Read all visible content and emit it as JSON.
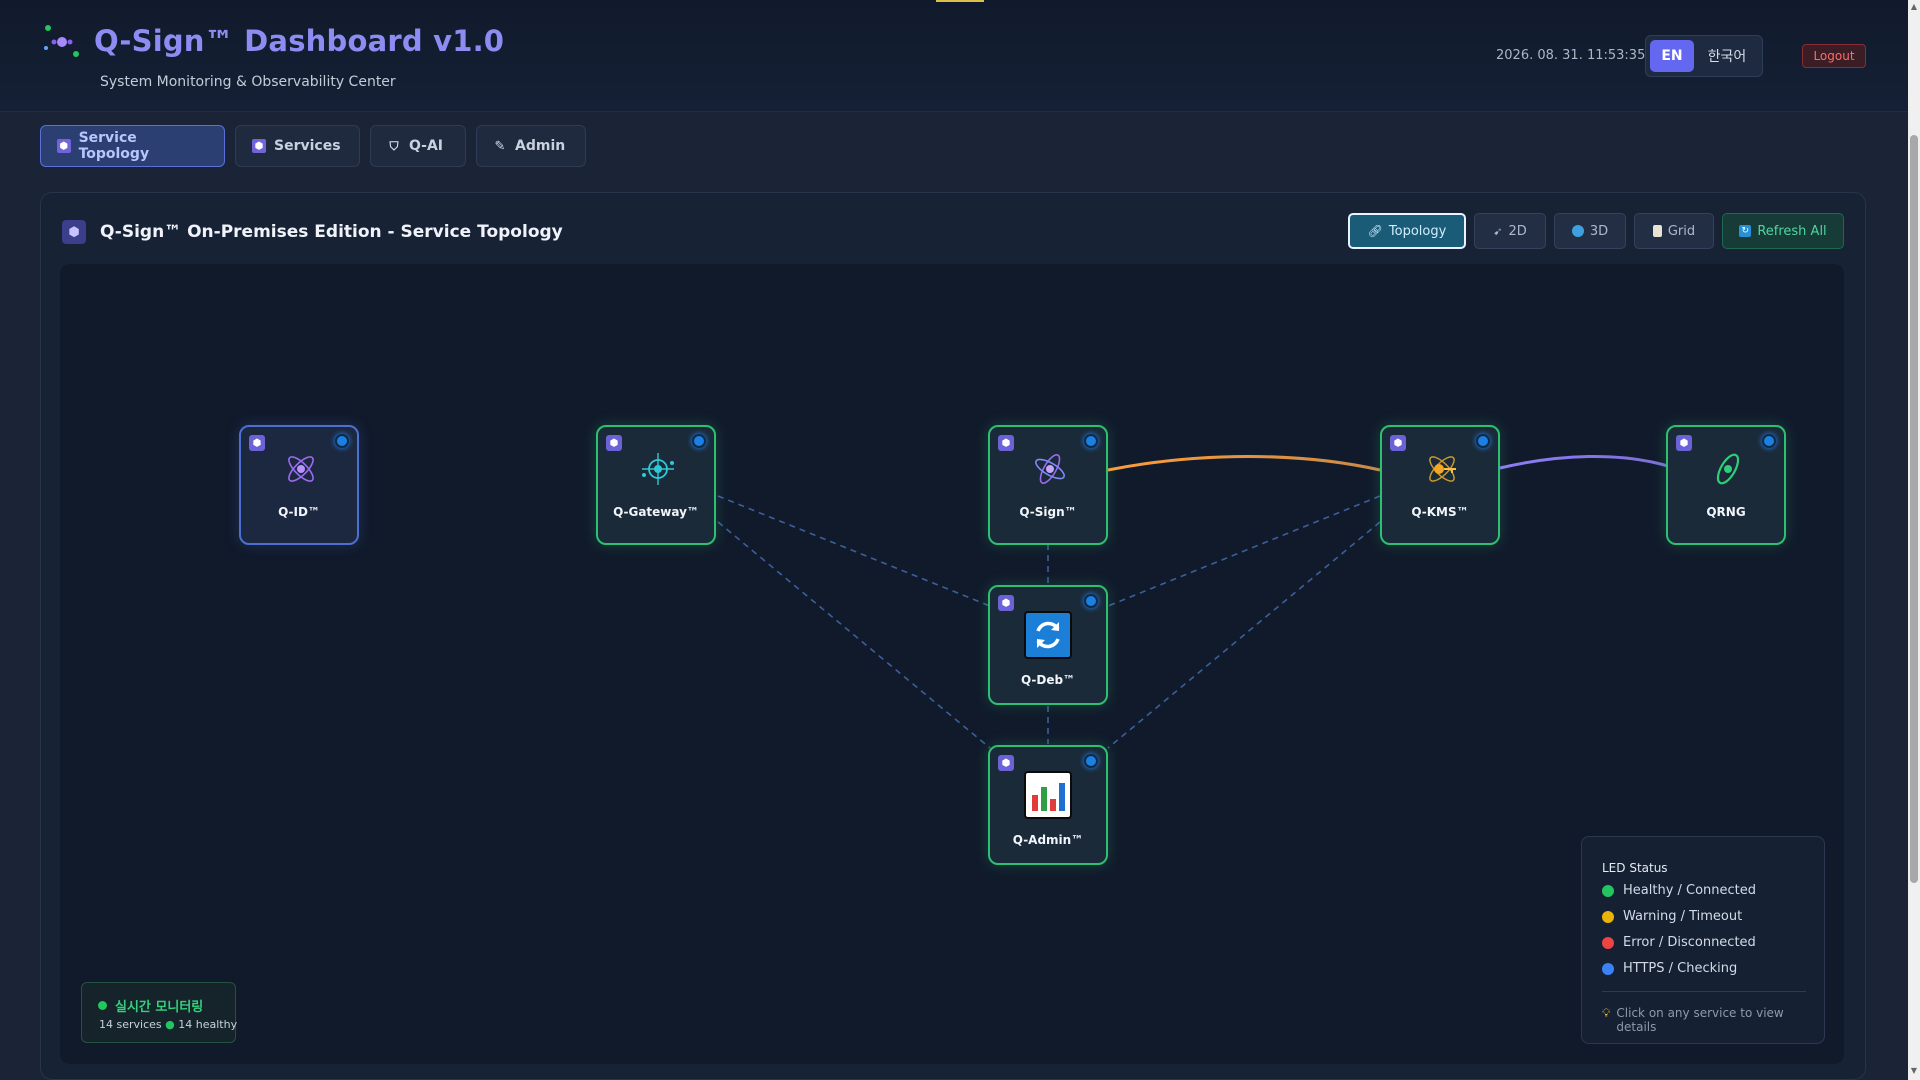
{
  "header": {
    "title": "Q-Sign™ Dashboard v1.0",
    "subtitle": "System Monitoring & Observability Center",
    "datetime": "2026. 08. 31. 11:53:35",
    "lang_en": "EN",
    "lang_ko": "한국어",
    "logout": "Logout"
  },
  "nav": {
    "tabs": [
      {
        "label": "Service Topology",
        "icon": "hexagon-icon",
        "active": true
      },
      {
        "label": "Services",
        "icon": "hexagon-icon"
      },
      {
        "label": "Q-AI",
        "icon": "shield-icon"
      },
      {
        "label": "Admin",
        "icon": "pencil-icon"
      }
    ]
  },
  "panel": {
    "title": "Q-Sign™ On-Premises Edition - Service Topology",
    "views": [
      {
        "label": "Topology",
        "icon": "link-icon",
        "active": true
      },
      {
        "label": "2D",
        "icon": "cursor-icon"
      },
      {
        "label": "3D",
        "icon": "globe-icon"
      },
      {
        "label": "Grid",
        "icon": "clipboard-icon"
      },
      {
        "label": "Refresh All",
        "icon": "refresh-icon"
      }
    ]
  },
  "nodes": [
    {
      "id": "qid",
      "label": "Q-ID™",
      "status": "https-checking",
      "icon": "atom-icon"
    },
    {
      "id": "qgateway",
      "label": "Q-Gateway™",
      "status": "https-checking",
      "icon": "satellite-icon"
    },
    {
      "id": "qsign",
      "label": "Q-Sign™",
      "status": "https-checking",
      "icon": "atom-icon"
    },
    {
      "id": "qkms",
      "label": "Q-KMS™",
      "status": "https-checking",
      "icon": "key-atom-icon"
    },
    {
      "id": "qrng",
      "label": "QRNG",
      "status": "https-checking",
      "icon": "orbit-icon"
    },
    {
      "id": "qdeb",
      "label": "Q-Deb™",
      "status": "https-checking",
      "icon": "refresh-icon"
    },
    {
      "id": "qadmin",
      "label": "Q-Admin™",
      "status": "https-checking",
      "icon": "bar-chart-icon"
    }
  ],
  "monitoring": {
    "title": "실시간 모니터링",
    "services": "14 services",
    "healthy": "14 healthy"
  },
  "legend": {
    "title": "LED Status",
    "items": [
      {
        "label": "Healthy / Connected",
        "color": "#22c55e"
      },
      {
        "label": "Warning / Timeout",
        "color": "#eab308"
      },
      {
        "label": "Error / Disconnected",
        "color": "#ef4444"
      },
      {
        "label": "HTTPS / Checking",
        "color": "#3b82f6"
      }
    ],
    "hint": "Click on any service to view details"
  },
  "colors": {
    "accent": "#6467f0",
    "healthy_border": "#2fbf72",
    "led_blue": "#1d7fe0"
  }
}
